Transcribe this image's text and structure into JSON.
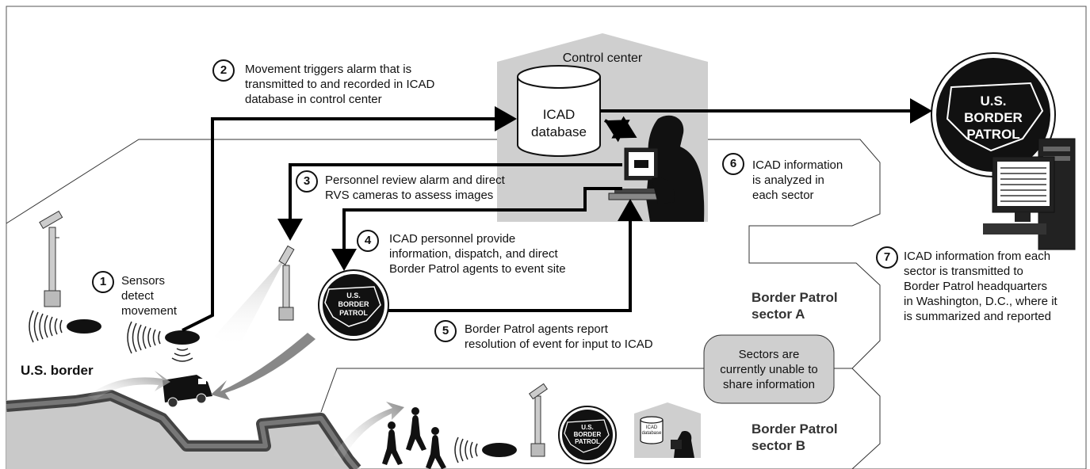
{
  "diagram": {
    "control_center_title": "Control center",
    "icad_database_label": "ICAD\ndatabase",
    "icad_database_small_label": "ICAD\ndatabase",
    "us_border_label": "U.S. border",
    "sector_a_label": "Border Patrol\nsector A",
    "sector_b_label": "Border Patrol\nsector B",
    "sectors_note": "Sectors are\ncurrently unable to\nshare information",
    "logo_text": "U.S.\nBORDER\nPATROL",
    "steps": [
      {
        "number": "1",
        "text": "Sensors\ndetect\nmovement"
      },
      {
        "number": "2",
        "text": "Movement triggers alarm that is\ntransmitted to and recorded in ICAD\ndatabase in control center"
      },
      {
        "number": "3",
        "text": "Personnel review alarm and direct\nRVS cameras to assess images"
      },
      {
        "number": "4",
        "text": "ICAD personnel provide\ninformation, dispatch, and direct\nBorder Patrol agents to event site"
      },
      {
        "number": "5",
        "text": "Border Patrol agents report\nresolution of event for input to ICAD"
      },
      {
        "number": "6",
        "text": "ICAD information\nis analyzed in\neach sector"
      },
      {
        "number": "7",
        "text": "ICAD information from each\nsector is transmitted to\nBorder Patrol headquarters\nin Washington, D.C., where it\nis summarized and reported"
      }
    ]
  }
}
